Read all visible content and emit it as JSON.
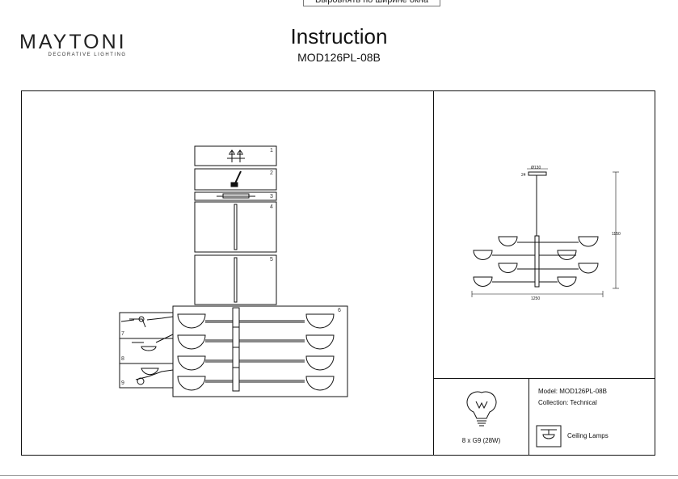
{
  "tooltip": "Выровнять по ширине окна",
  "logo": {
    "name": "MAYTONI",
    "tagline": "DECORATIVE LIGHTING"
  },
  "header": {
    "title": "Instruction",
    "model_code": "MOD126PL-08B"
  },
  "steps": [
    "1",
    "2",
    "3",
    "4",
    "5",
    "6",
    "7",
    "8",
    "9"
  ],
  "dimensions": {
    "canopy": "Ø130",
    "canopy_height": "24",
    "height": "1150",
    "width": "1250"
  },
  "bulb": {
    "label": "8 x G9 (28W)",
    "icon": "lightbulb-icon"
  },
  "specs": {
    "model": "Model: MOD126PL-08B",
    "collection": "Collection: Technical",
    "type": "Ceiling Lamps",
    "type_icon": "ceiling-lamp-icon"
  },
  "colors": {
    "line": "#111111"
  }
}
